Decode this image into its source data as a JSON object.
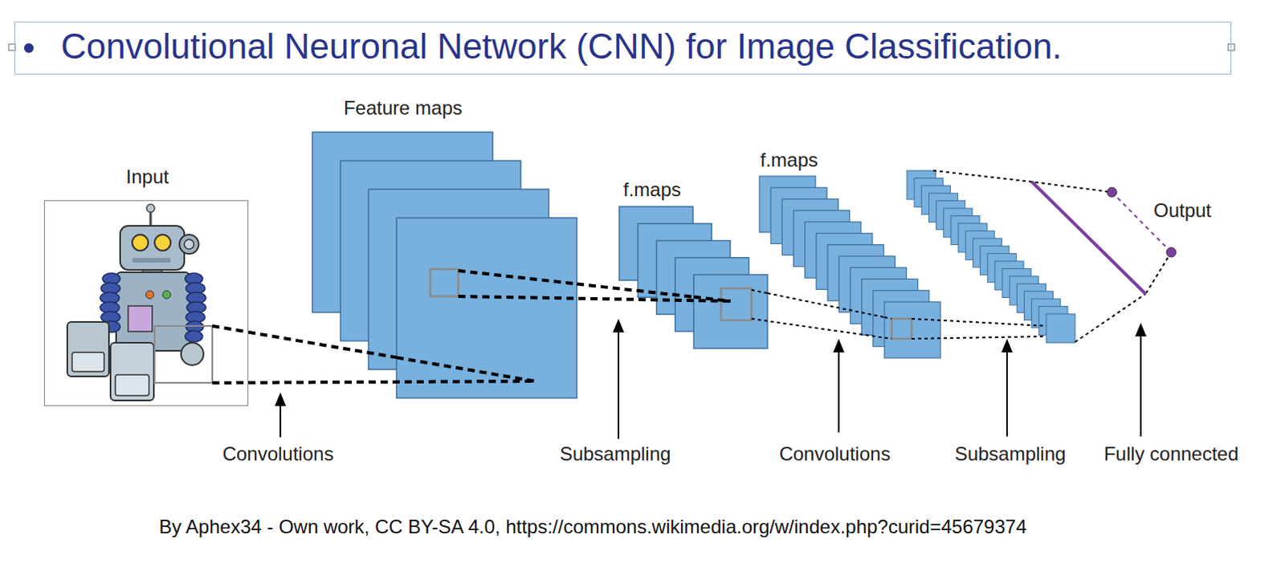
{
  "diagram": {
    "title": "Convolutional Neuronal Network (CNN) for Image Classification.",
    "caption": "By Aphex34 - Own work, CC BY-SA 4.0, https://commons.wikimedia.org/w/index.php?curid=45679374",
    "nodes": [
      {
        "text": [
          "Input"
        ]
      },
      {
        "text": [
          "Feature maps"
        ]
      },
      {
        "text": [
          "f.maps"
        ]
      },
      {
        "text": [
          "f.maps"
        ]
      }
    ],
    "edges": [
      {
        "from": 0,
        "to": 1,
        "arrow": "none"
      },
      {
        "from": 1,
        "to": 2,
        "arrow": "none"
      },
      {
        "from": 2,
        "to": 3,
        "arrow": "none"
      }
    ],
    "labels": [
      "Convolutions",
      "Subsampling",
      "Convolutions",
      "Subsampling",
      "Fully connected",
      "Output"
    ]
  }
}
